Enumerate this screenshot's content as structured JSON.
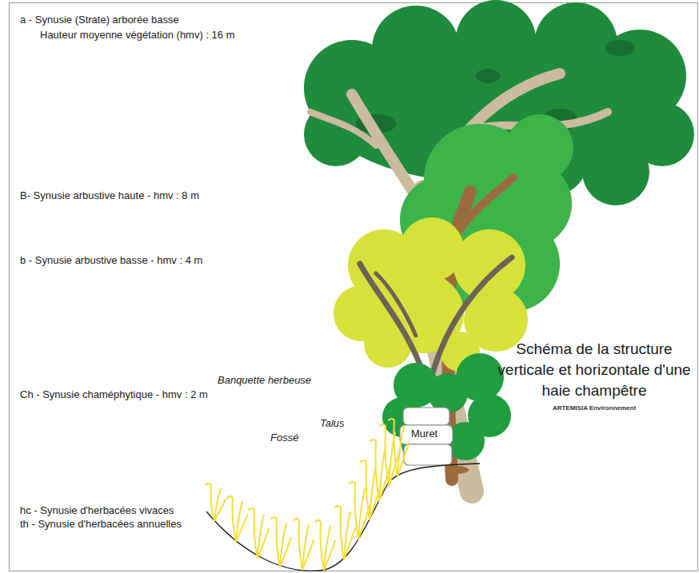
{
  "diagram": {
    "title": "Schéma de la structure verticale et horizontale d'une haie champêtre",
    "labels": [
      "a - Synusie (Strate) arborée basse",
      "Hauteur moyenne végétation (hmv) : 16 m",
      "B- Synusie arbustive haute - hmv : 8 m",
      "b - Synusie arbustive basse - hmv : 4 m",
      "Ch - Synusie chaméphytique - hmv : 2 m",
      "Banquette herbeuse",
      "Talus",
      "Fossé",
      "Muret",
      "hc - Synusie d'herbacées vivaces",
      "th - Synusie d'herbacées annuelles",
      "ARTEMISIA Environnement"
    ]
  }
}
